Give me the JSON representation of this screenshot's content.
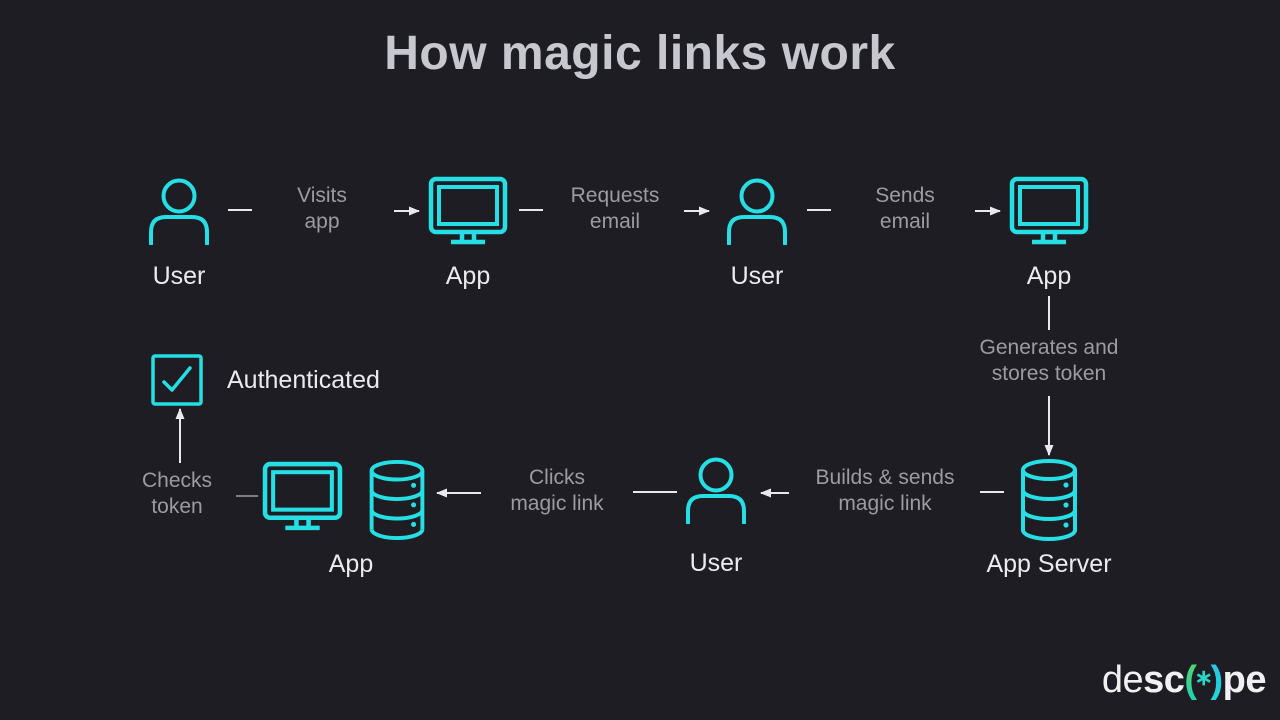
{
  "title": "How magic links work",
  "colors": {
    "background": "#1d1d23",
    "accent_cyan": "#25dfe5",
    "connector_white": "#e9e9ec",
    "connector_gray": "#7f7f86",
    "action_text": "#9b9ba2",
    "node_text": "#ebebee",
    "title_text": "#c7c7cf"
  },
  "nodes": [
    {
      "id": "user-1",
      "label": "User",
      "icon": "user-icon"
    },
    {
      "id": "app-1",
      "label": "App",
      "icon": "monitor-icon"
    },
    {
      "id": "user-2",
      "label": "User",
      "icon": "user-icon"
    },
    {
      "id": "app-2",
      "label": "App",
      "icon": "monitor-icon"
    },
    {
      "id": "app-server",
      "label": "App Server",
      "icon": "database-icon"
    },
    {
      "id": "user-3",
      "label": "User",
      "icon": "user-icon"
    },
    {
      "id": "app-3",
      "label": "App",
      "icon": "monitor-and-database-icon"
    },
    {
      "id": "authenticated",
      "label": "Authenticated",
      "icon": "checkbox-check-icon"
    }
  ],
  "steps": [
    {
      "id": "visits-app",
      "line1": "Visits",
      "line2": "app"
    },
    {
      "id": "requests-email",
      "line1": "Requests",
      "line2": "email"
    },
    {
      "id": "sends-email",
      "line1": "Sends",
      "line2": "email"
    },
    {
      "id": "generates-token",
      "line1": "Generates and",
      "line2": "stores token"
    },
    {
      "id": "builds-sends",
      "line1": "Builds & sends",
      "line2": "magic link"
    },
    {
      "id": "clicks-link",
      "line1": "Clicks",
      "line2": "magic link"
    },
    {
      "id": "checks-token",
      "line1": "Checks",
      "line2": "token"
    }
  ],
  "logo": {
    "light": "de",
    "bold_left": "sc",
    "mark_open": "(",
    "mark_star": "∗",
    "mark_close": ")",
    "bold_right": "pe"
  }
}
